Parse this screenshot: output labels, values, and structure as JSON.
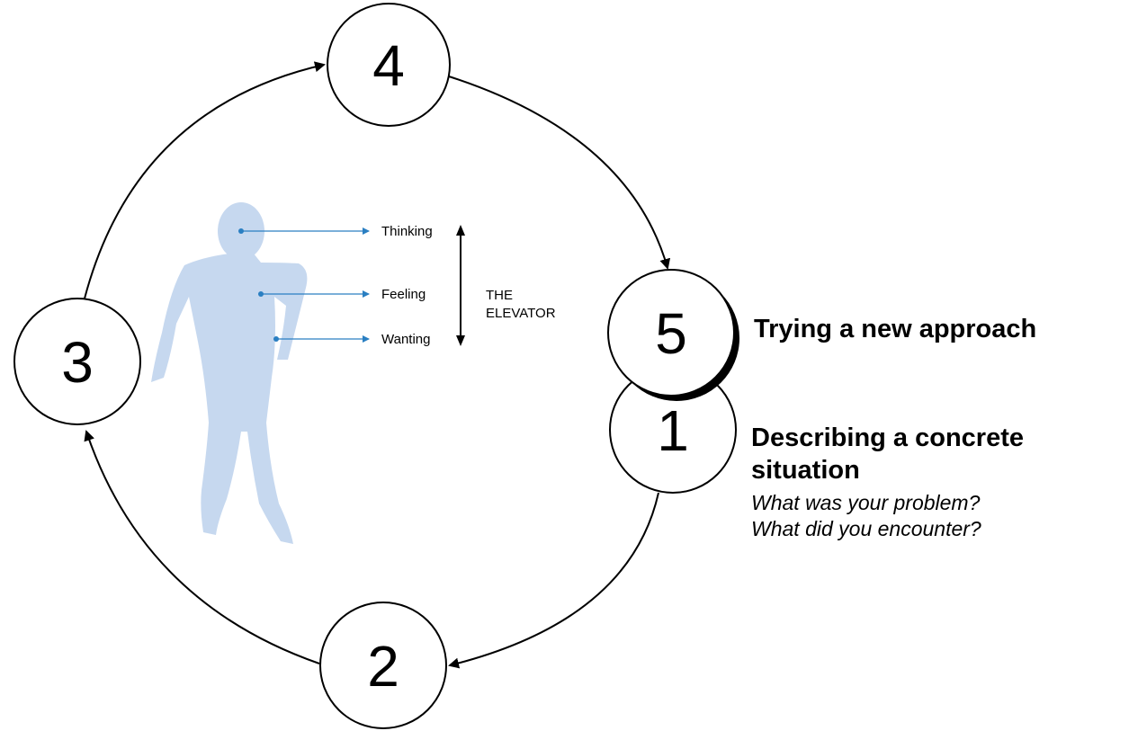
{
  "steps": [
    {
      "number": "1",
      "name": "step-1"
    },
    {
      "number": "2",
      "name": "step-2"
    },
    {
      "number": "3",
      "name": "step-3"
    },
    {
      "number": "4",
      "name": "step-4"
    },
    {
      "number": "5",
      "name": "step-5"
    }
  ],
  "step5_label": "Trying a new approach",
  "step1_label": {
    "title_line1": "Describing a concrete",
    "title_line2": "situation",
    "question1": "What was your problem?",
    "question2": "What did you encounter?"
  },
  "figure": {
    "levels": [
      "Thinking",
      "Feeling",
      "Wanting"
    ],
    "elevator_line1": "THE",
    "elevator_line2": "ELEVATOR"
  },
  "colors": {
    "figure_fill": "#c6d8ef",
    "pointer_color": "#2a7fc2",
    "stroke": "#000000"
  }
}
